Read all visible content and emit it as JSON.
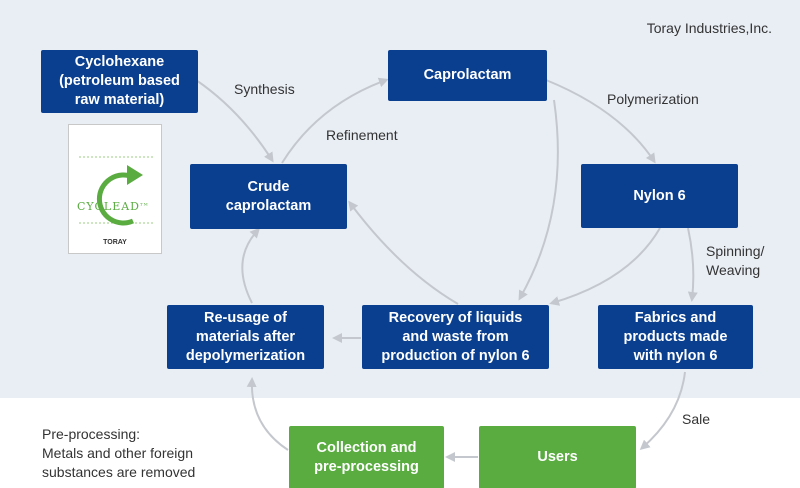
{
  "company": "Toray Industries,Inc.",
  "nodes": {
    "cyclohexane": "Cyclohexane\n(petroleum based\nraw material)",
    "caprolactam": "Caprolactam",
    "crude_caprolactam": "Crude\ncaprolactam",
    "nylon6": "Nylon 6",
    "reusage": "Re-usage of\nmaterials after\ndepolymerization",
    "recovery": "Recovery of liquids\nand waste from\nproduction of nylon 6",
    "fabrics": "Fabrics and\nproducts made\nwith nylon 6",
    "collection": "Collection and\npre-processing",
    "users": "Users"
  },
  "edge_labels": {
    "synthesis": "Synthesis",
    "refinement": "Refinement",
    "polymerization": "Polymerization",
    "spinning": "Spinning/\nWeaving",
    "sale": "Sale"
  },
  "logo": {
    "name": "CYCLEAD",
    "trademark": "TM",
    "maker": "TORAY"
  },
  "note": "Pre-processing:\nMetals and other foreign\nsubstances are removed",
  "colors": {
    "node_blue": "#0a3f8f",
    "node_green": "#5aac41",
    "arrow": "#c4c8ce",
    "background_top": "#e9eef5"
  }
}
